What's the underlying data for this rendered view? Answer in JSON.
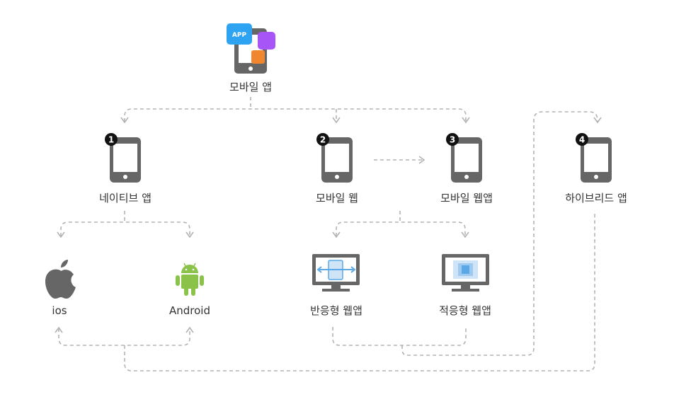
{
  "root": {
    "label": "모바일 앱",
    "badge": "APP"
  },
  "nodes": {
    "native": {
      "number": "1",
      "label": "네이티브 앱"
    },
    "mobile_web": {
      "number": "2",
      "label": "모바일 웹"
    },
    "mobile_webapp": {
      "number": "3",
      "label": "모바일 웹앱"
    },
    "hybrid": {
      "number": "4",
      "label": "하이브리드 앱"
    },
    "ios": {
      "label": "ios"
    },
    "android": {
      "label": "Android"
    },
    "responsive": {
      "label": "반응형 웹앱"
    },
    "adaptive": {
      "label": "적응형 웹앱"
    }
  },
  "colors": {
    "device": "#666666",
    "connector": "#b3b3b3",
    "app_blue": "#2ea3f2",
    "app_purple": "#a855f7",
    "app_orange": "#f0862d",
    "android_green": "#8bc34a",
    "monitor_blue": "#5aa9e6",
    "monitor_light": "#cfe4f7"
  },
  "icons": {
    "root": "mobile-apps-icon",
    "device": "smartphone-icon",
    "ios": "apple-icon",
    "android": "android-icon",
    "responsive": "responsive-monitor-icon",
    "adaptive": "adaptive-monitor-icon"
  }
}
